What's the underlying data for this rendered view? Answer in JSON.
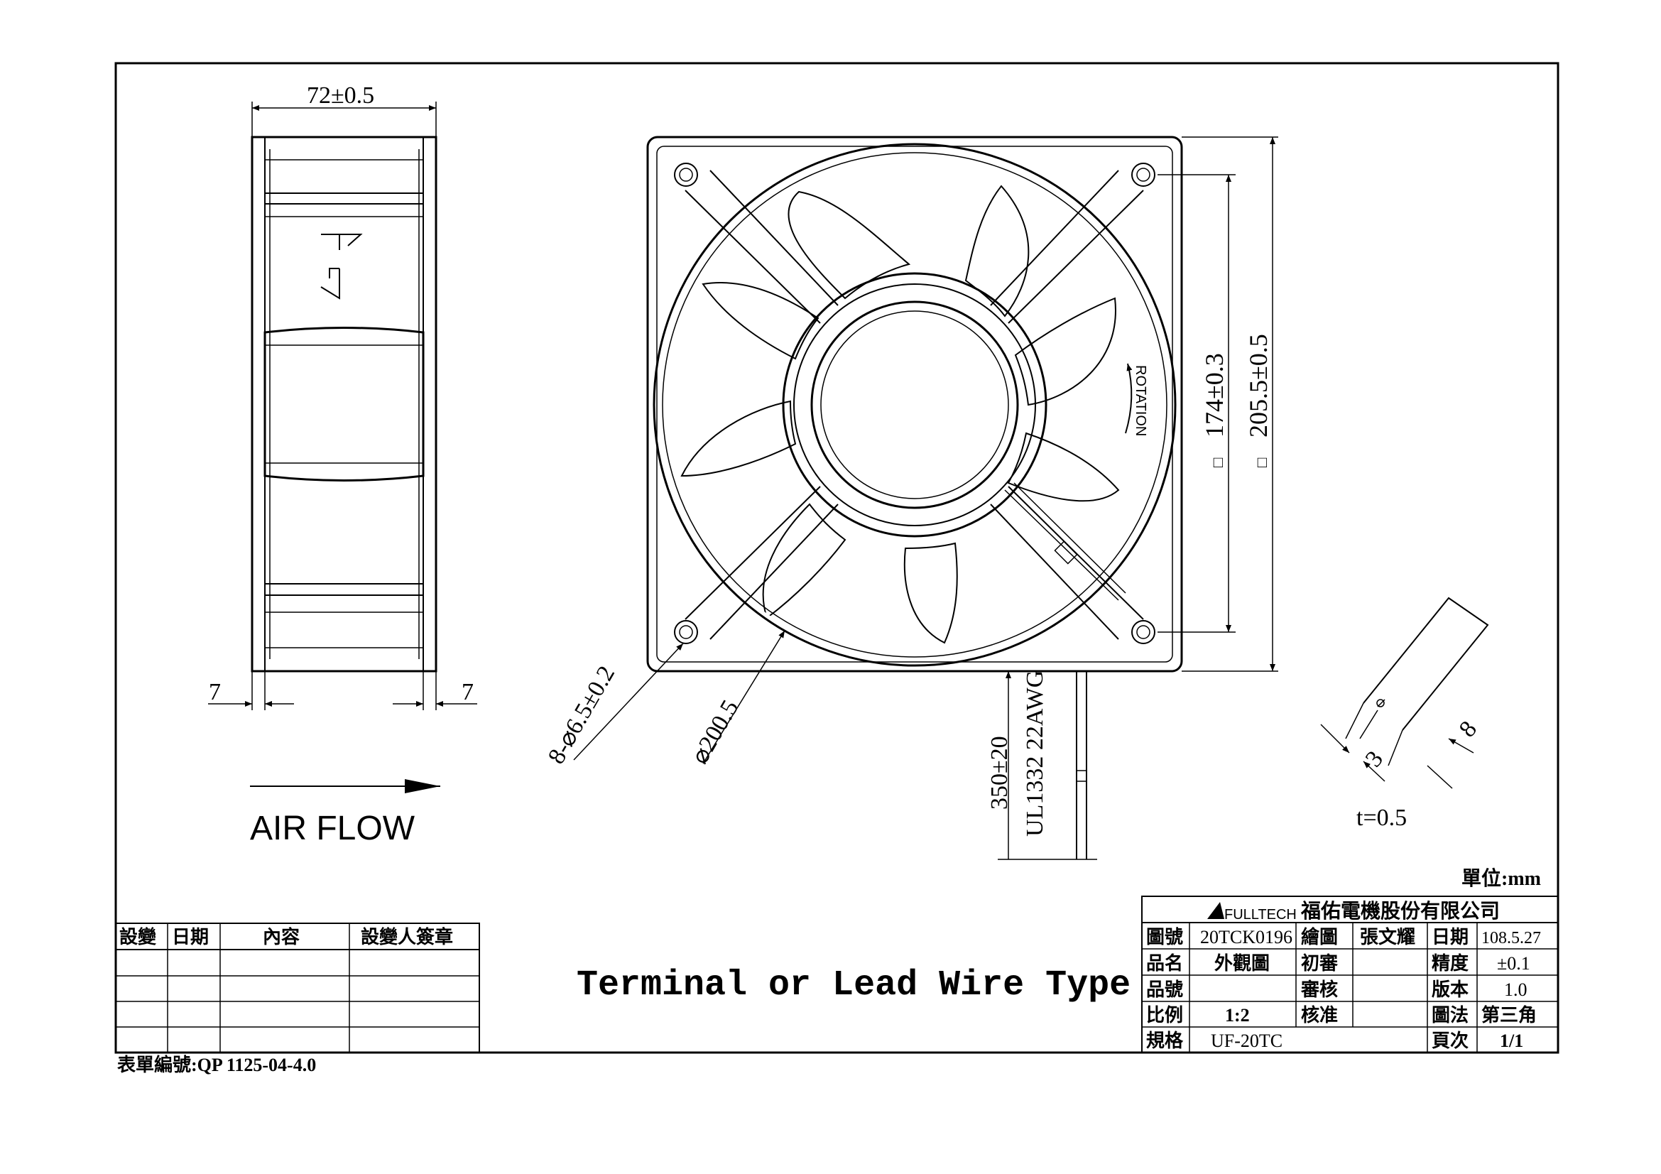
{
  "side_view": {
    "dim_width": "72±0.5",
    "dim_left": "7",
    "dim_right": "7",
    "airflow_label": "AIR FLOW"
  },
  "front_view": {
    "dim_hole_spacing": "174±0.3",
    "dim_frame_size": "205.5±0.5",
    "square_symbol": "□",
    "dim_mount_holes": "8-⌀6.5±0.2",
    "dim_diameter": "⌀200.5",
    "rotation_label": "ROTATION",
    "wire_length": "350±20",
    "wire_spec": "UL1332 22AWG"
  },
  "terminal_detail": {
    "dim_width": "8",
    "dim_slot": "3",
    "thickness": "t=0.5"
  },
  "unit_label": "單位:mm",
  "title_text": "Terminal or Lead Wire Type",
  "form_number": "表單編號:QP 1125-04-4.0",
  "revision_table": {
    "headers": [
      "設變",
      "日期",
      "內容",
      "設變人簽章"
    ],
    "rows": [
      [
        "",
        "",
        "",
        ""
      ],
      [
        "",
        "",
        "",
        ""
      ],
      [
        "",
        "",
        "",
        ""
      ],
      [
        "",
        "",
        "",
        ""
      ]
    ]
  },
  "title_block": {
    "logo_text": "FULLTECH",
    "company": "福佑電機股份有限公司",
    "drawing_no_label": "圖號",
    "drawing_no": "20TCK0196",
    "drawn_label": "繪圖",
    "drawn_by": "張文耀",
    "date_label": "日期",
    "date": "108.5.27",
    "part_name_label": "品名",
    "part_name": "外觀圖",
    "first_review_label": "初審",
    "precision_label": "精度",
    "precision": "±0.1",
    "part_no_label": "品號",
    "review_label": "審核",
    "version_label": "版本",
    "version": "1.0",
    "scale_label": "比例",
    "scale": "1:2",
    "approve_label": "核准",
    "projection_label": "圖法",
    "projection": "第三角",
    "spec_label": "規格",
    "spec": "UF-20TC",
    "page_label": "頁次",
    "page": "1/1"
  }
}
